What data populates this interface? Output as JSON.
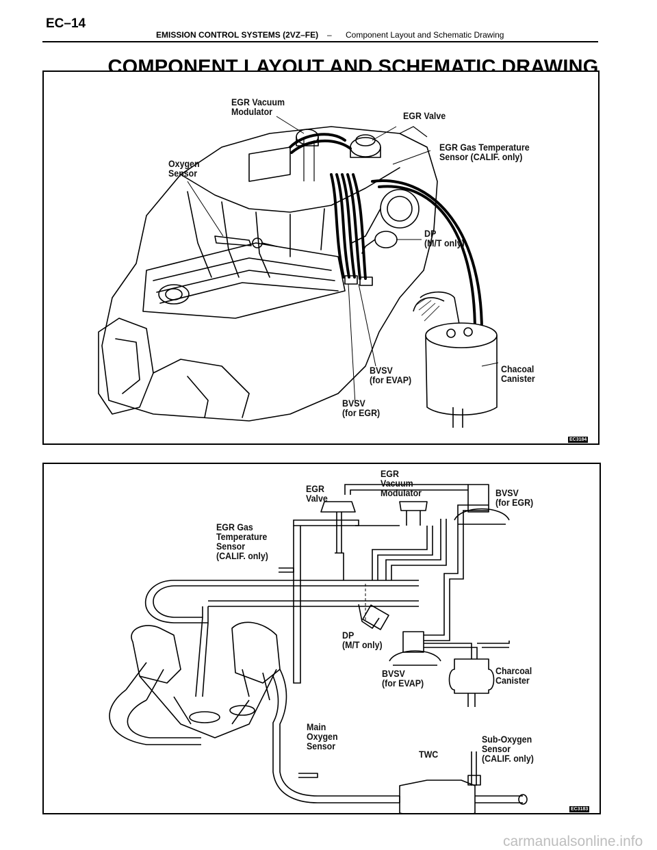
{
  "header": {
    "page_number": "EC–14",
    "section": "EMISSION CONTROL SYSTEMS (2VZ–FE)",
    "separator": "–",
    "subsection": "Component Layout and Schematic Drawing"
  },
  "title": "COMPONENT LAYOUT AND SCHEMATIC DRAWING",
  "figure1": {
    "code": "EC3184",
    "labels": {
      "egr_vacuum_modulator": "EGR Vacuum\nModulator",
      "egr_valve": "EGR Valve",
      "egr_gas_temp_sensor": "EGR Gas Temperature\nSensor (CALIF. only)",
      "oxygen_sensor": "Oxygen\nSensor",
      "dp": "DP\n(M/T only)",
      "bvsv_evap": "BVSV\n(for EVAP)",
      "bvsv_egr": "BVSV\n(for EGR)",
      "charcoal_canister": "Chacoal\nCanister"
    }
  },
  "figure2": {
    "code": "EC3183",
    "labels": {
      "egr_valve": "EGR\nValve",
      "egr_vacuum_modulator": "EGR\nVacuum\nModulator",
      "bvsv_egr": "BVSV\n(for EGR)",
      "egr_gas_temp_sensor": "EGR Gas\nTemperature\nSensor\n(CALIF. only)",
      "dp": "DP\n(M/T only)",
      "bvsv_evap": "BVSV\n(for EVAP)",
      "charcoal_canister": "Charcoal\nCanister",
      "main_oxygen_sensor": "Main\nOxygen\nSensor",
      "twc": "TWC",
      "sub_oxygen_sensor": "Sub-Oxygen\nSensor\n(CALIF. only)"
    }
  },
  "watermark": "carmanualsonline.info"
}
